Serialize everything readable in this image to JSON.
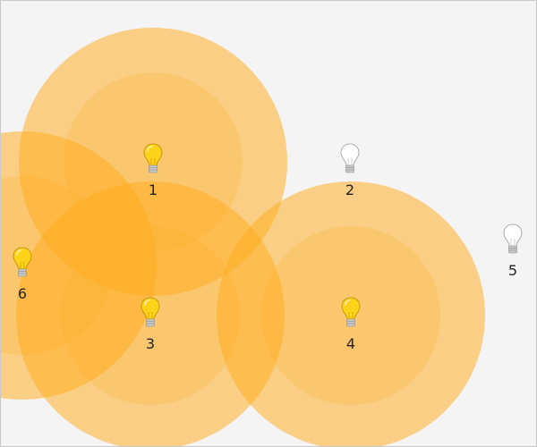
{
  "lamps": [
    {
      "label": "1",
      "on": true
    },
    {
      "label": "2",
      "on": false
    },
    {
      "label": "3",
      "on": true
    },
    {
      "label": "4",
      "on": true
    },
    {
      "label": "5",
      "on": false
    },
    {
      "label": "6",
      "on": true
    }
  ],
  "colors": {
    "background": "#f4f4f4",
    "light_glow": "#ffad1f",
    "bulb_on": "#ffd21a",
    "bulb_off": "#ffffff",
    "bulb_base": "#c9c9c9"
  },
  "icons": {
    "on": "lightbulb-on-icon",
    "off": "lightbulb-off-icon"
  }
}
